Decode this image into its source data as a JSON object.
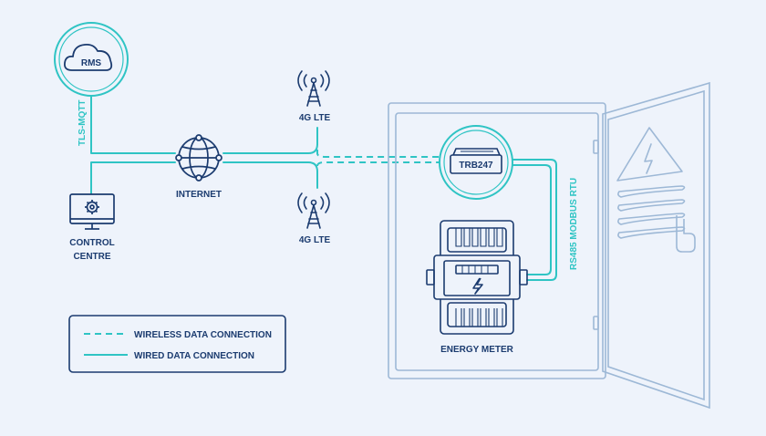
{
  "colors": {
    "background": "#eef3fb",
    "navy": "#1b3b6f",
    "teal": "#2fc4c4",
    "outline": "#9db8d6"
  },
  "nodes": {
    "rms": "RMS",
    "internet": "INTERNET",
    "lte_top": "4G LTE",
    "lte_bottom": "4G LTE",
    "router": "TRB247",
    "control_line1": "CONTROL",
    "control_line2": "CENTRE",
    "energy_meter": "ENERGY METER"
  },
  "connections": {
    "tls": "TLS-MQTT",
    "rs485": "RS485 MODBUS RTU"
  },
  "legend": {
    "wireless": "WIRELESS DATA CONNECTION",
    "wired": "WIRED DATA CONNECTION"
  },
  "icons": [
    "cloud-icon",
    "globe-icon",
    "antenna-icon",
    "monitor-gear-icon",
    "router-icon",
    "energy-meter-icon",
    "high-voltage-icon"
  ]
}
